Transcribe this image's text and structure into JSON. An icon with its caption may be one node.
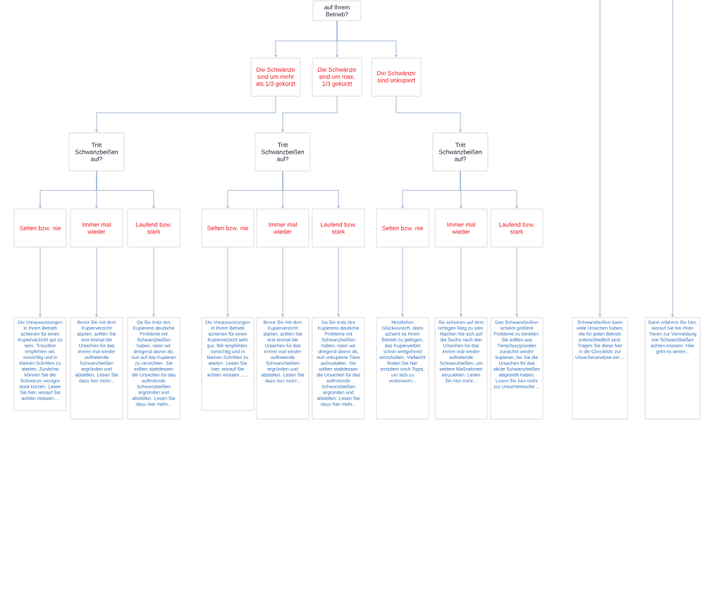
{
  "diagram": {
    "nodes": [
      {
        "text": [
          "auf Ihrem Betrieb?"
        ]
      },
      {
        "text": [
          "Die Schwänze sind um mehr als 1/3 gekürzt"
        ]
      },
      {
        "text": [
          "Die Schwänze sind um max. 1/3 gekürzt"
        ]
      },
      {
        "text": [
          "Die Schwänze sind unkupiert"
        ]
      },
      {
        "text": [
          "Tritt Schwanzbeißen auf?"
        ]
      },
      {
        "text": [
          "Tritt Schwanzbeißen auf?"
        ]
      },
      {
        "text": [
          "Tritt Schwanzbeißen auf?"
        ]
      },
      {
        "text": [
          "Selten bzw. nie"
        ]
      },
      {
        "text": [
          "Immer mal wieder"
        ]
      },
      {
        "text": [
          "Laufend bzw. stark"
        ]
      },
      {
        "text": [
          "Selten bzw. nie"
        ]
      },
      {
        "text": [
          "Immer mal wieder"
        ]
      },
      {
        "text": [
          "Laufend bzw. stark"
        ]
      },
      {
        "text": [
          "Selten bzw. nie"
        ]
      },
      {
        "text": [
          "Immer mal wieder"
        ]
      },
      {
        "text": [
          "Laufend bzw. stark"
        ]
      },
      {
        "text": [
          "Die Voraussetzungen in Ihrem Betrieb scheinen für einen Kupierverzicht gut zu sein. Trotzdem empfehlen wir, vorsichtig und in kleinen Schritten zu starten. Zunächst können Sie die Schwänze weniger stark kürzen. Lesen Sie hier, worauf Sie achten müssen ..."
        ]
      },
      {
        "text": [
          "Bevor Sie mit dem Kupierverzicht starten, sollten Sie erst einmal die Ursachen für das immer mal wieder auftretende Schwanzbeißen ergründen und abstellen. Lesen Sie dazu hier mehr..."
        ]
      },
      {
        "text": [
          "Da Sie trotz des Kupierens deutliche Probleme mit Schwanzbeißen haben, raten wir dringend davon ab, nun auf das Kupieren zu verzichten. Sie sollten stattdessen die Ursachen für das auftretende Schwanzbeißen ergründen und abstellen. Lesen Sie dazu hier mehr..."
        ]
      },
      {
        "text": [
          "Die Voraussetzungen in Ihrem Betrieb scheinen für einen Kupierverzicht sehr gut. Wir empfehlen, vorsichtig und in kleinen Schritten zu starten. Lesen Sie hier, worauf Sie achten müssen ......"
        ]
      },
      {
        "text": [
          "Bevor Sie mit dem Kupierverzicht starten, sollten Sie erst einmal die Ursachen für das immer mal wieder auftretende Schwanzbeißen ergründen und abstellen. Lesen Sie dazu hier mehr..."
        ]
      },
      {
        "text": [
          "Da Sie trotz des Kupierens deutliche Probleme mit Schwanzbeißen haben, raten wir dringend davon ab, nun unkupierte Tiere aufzustallen. Sie sollten stattdessen die Ursachen für das auftretende Schwanzbeißen ergründen und abstellen. Lesen Sie dazu hier mehr..."
        ]
      },
      {
        "text": [
          "Herzlichen Glückwunsch, dann scheint es Ihrem Betrieb zu gelingen, das Kupierverbot schon weitgehend einzuhalten. Vielleicht finden Sie hier trotzdem noch Tipps, um sich zu verbessern..."
        ]
      },
      {
        "text": [
          "Sie scheinen auf dem richtigen Weg zu sein. Machen Sie sich auf die Suche nach den Ursachen für das immer mal wieder auftretende Schwanzbeißen, um weitere Maßnahmen einzuleiten. Lesen Sie hier mehr..."
        ]
      },
      {
        "text": [
          "Das Schwanzbeißen scheint größere Probleme zu bereiten. Sie sollten aus Tierschutzgründen zunächst wieder kupieren, bis Sie die Ursachen für das akute Schwanzbeißen abgestellt haben. Lesen Sie hier mehr zur Ursachensuche ..."
        ]
      },
      {
        "text": [
          "Schwanzbeißen kann viele Ursachen haben, die für jeden Betrieb unterschiedlich sind. Tragen Sie diese hier in die Checkliste zur Ursachenanalyse ein ..."
        ]
      },
      {
        "text": [
          "Dann erfahren Sie hier, worauf Sie bei Ihren Tieren zur Vermeidung von Schwanzbeißen achten müssen. Hier geht es weiter..."
        ]
      }
    ],
    "edges": [
      {
        "from": 0,
        "to": 1,
        "arrow": "to"
      },
      {
        "from": 0,
        "to": 2,
        "arrow": "to"
      },
      {
        "from": 0,
        "to": 3,
        "arrow": "to"
      },
      {
        "from": 1,
        "to": 4,
        "arrow": "to"
      },
      {
        "from": 2,
        "to": 5,
        "arrow": "to"
      },
      {
        "from": 3,
        "to": 6,
        "arrow": "to"
      },
      {
        "from": 4,
        "to": 7,
        "arrow": "to"
      },
      {
        "from": 4,
        "to": 8,
        "arrow": "to"
      },
      {
        "from": 4,
        "to": 9,
        "arrow": "to"
      },
      {
        "from": 5,
        "to": 10,
        "arrow": "to"
      },
      {
        "from": 5,
        "to": 11,
        "arrow": "to"
      },
      {
        "from": 5,
        "to": 12,
        "arrow": "to"
      },
      {
        "from": 6,
        "to": 13,
        "arrow": "to"
      },
      {
        "from": 6,
        "to": 14,
        "arrow": "to"
      },
      {
        "from": 6,
        "to": 15,
        "arrow": "to"
      },
      {
        "from": 7,
        "to": 16,
        "arrow": "to"
      },
      {
        "from": 8,
        "to": 17,
        "arrow": "to"
      },
      {
        "from": 9,
        "to": 18,
        "arrow": "to"
      },
      {
        "from": 10,
        "to": 19,
        "arrow": "to"
      },
      {
        "from": 11,
        "to": 20,
        "arrow": "to"
      },
      {
        "from": 12,
        "to": 21,
        "arrow": "to"
      },
      {
        "from": 13,
        "to": 22,
        "arrow": "to"
      },
      {
        "from": 14,
        "to": 23,
        "arrow": "to"
      },
      {
        "from": 15,
        "to": 24,
        "arrow": "to"
      },
      {
        "from": null,
        "to": 25,
        "arrow": "to"
      },
      {
        "from": null,
        "to": 26,
        "arrow": "to"
      }
    ]
  }
}
